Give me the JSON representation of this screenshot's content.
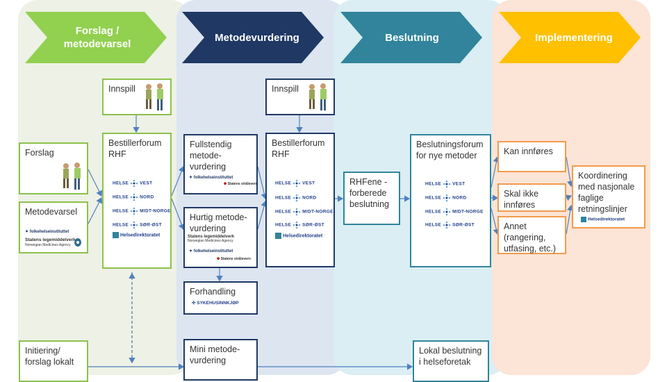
{
  "phases": [
    {
      "label": "Forslag / metodevarsel",
      "color": "#8cc14b",
      "lane": "#eef1e5"
    },
    {
      "label": "Metodevurdering",
      "color": "#1f3864",
      "lane": "#dde5f1"
    },
    {
      "label": "Beslutning",
      "color": "#31849b",
      "lane": "#daeef3"
    },
    {
      "label": "Implementering",
      "color": "#ffc000",
      "lane": "#fce4d6"
    }
  ],
  "boxes": {
    "innspill1": "Innspill",
    "innspill2": "Innspill",
    "forslag": "Forslag",
    "metodevarsel": "Metodevarsel",
    "bestiller1": "Bestillerforum RHF",
    "bestiller2": "Bestillerforum RHF",
    "fullstendig": "Fullstendig metode-vurdering",
    "hurtig": "Hurtig metode-vurdering",
    "forhandling": "Forhandling",
    "rhfene": "RHFene -forberede beslutning",
    "beslutningsforum": "Beslutningsforum for nye metoder",
    "kan": "Kan innføres",
    "skal": "Skal ikke innføres",
    "annet": "Annet (rangering, utfasing, etc.)",
    "koordinering": "Koordinering med nasjonale faglige retningslinjer",
    "initiering": "Initiering/ forslag lokalt",
    "mini": "Mini metode-vurdering",
    "lokal": "Lokal beslutning i helseforetak"
  },
  "logos": {
    "helse": "HELSE",
    "vest": "VEST",
    "nord": "NORD",
    "midt": "MIDT-NORGE",
    "sorost": "SØR-ØST",
    "helsedir": "Helsedirektoratet",
    "fhi": "folkehelseinstituttet",
    "legemiddel": "Statens legemiddelverk",
    "legemiddel_en": "Norwegian Medicines Agency",
    "stralevern": "Statens strålevern",
    "sykehusinnkjop": "SYKEHUSINNKJØP"
  }
}
